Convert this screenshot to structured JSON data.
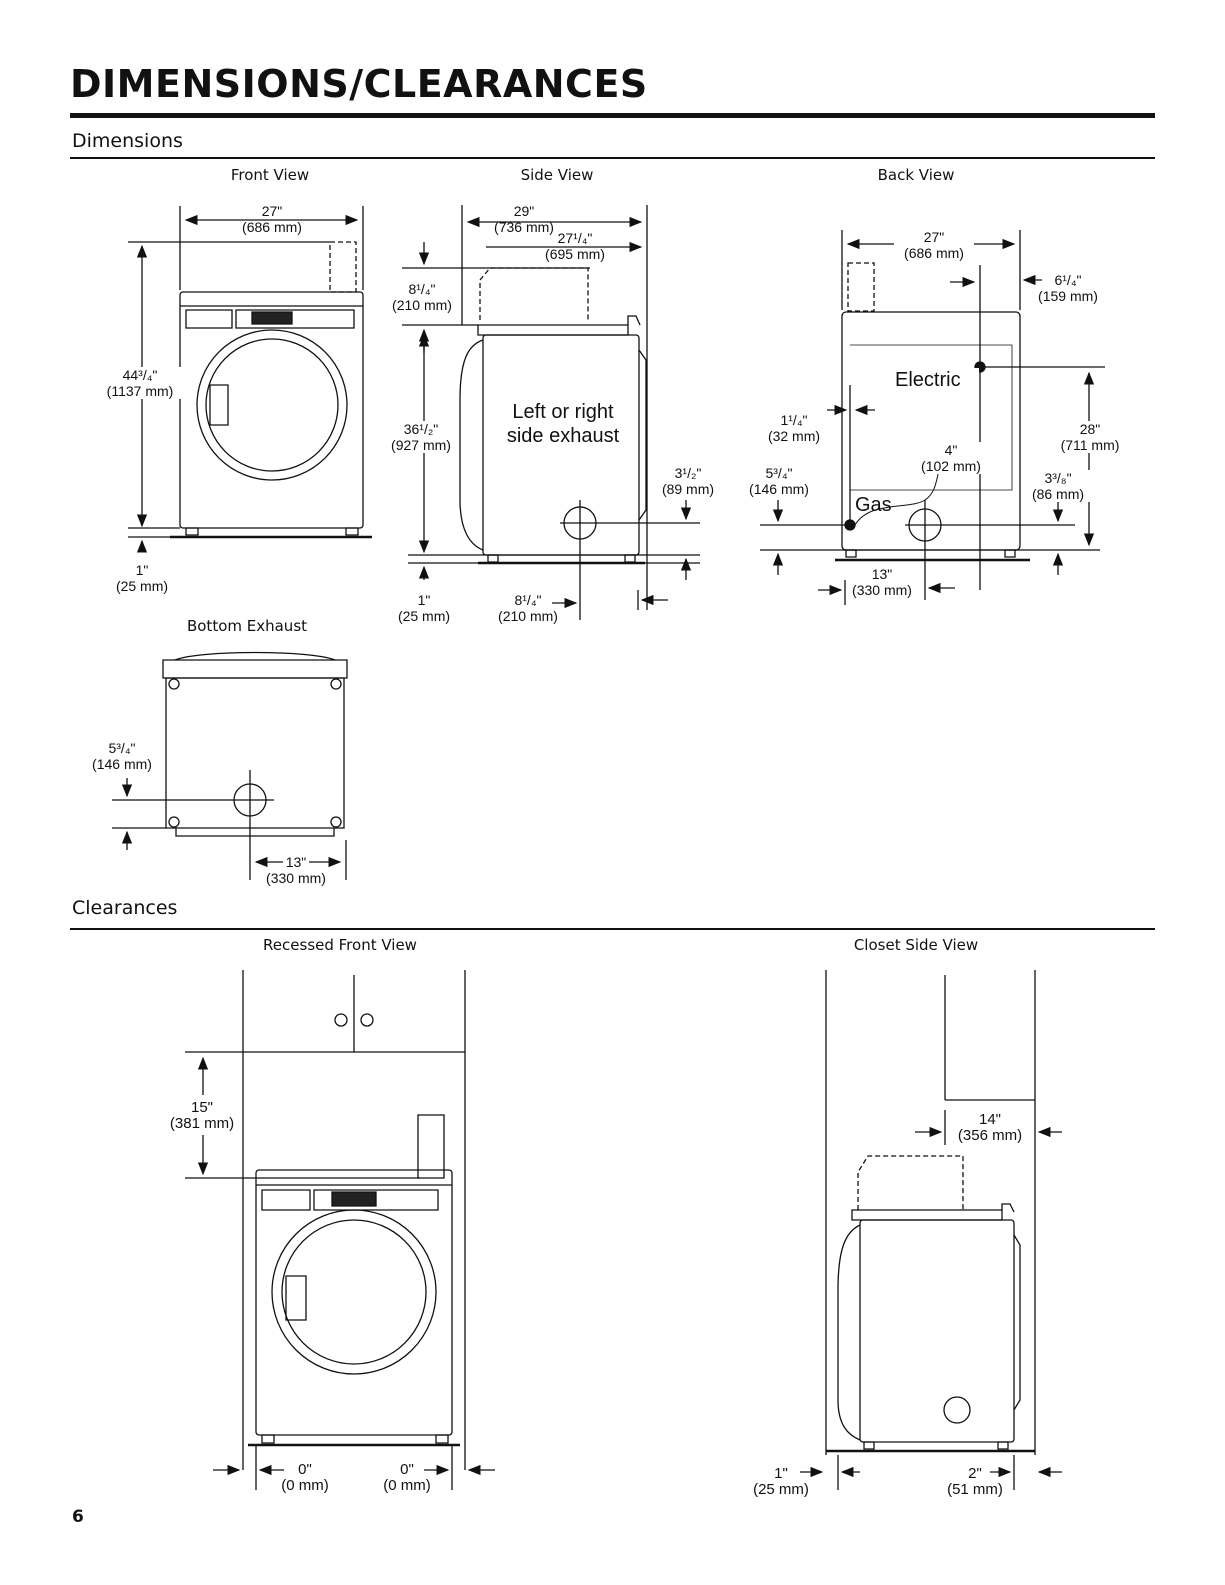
{
  "header": {
    "title": "DIMENSIONS/CLEARANCES"
  },
  "sections": {
    "dimensions": "Dimensions",
    "clearances": "Clearances"
  },
  "views": {
    "front": "Front View",
    "side": "Side View",
    "back": "Back View",
    "bottom": "Bottom Exhaust",
    "recessed": "Recessed Front View",
    "closet": "Closet Side View"
  },
  "front_view": {
    "width_in": "27\"",
    "width_mm": "(686 mm)",
    "height_in": "44³/₄\"",
    "height_mm": "(1137 mm)",
    "foot_in": "1\"",
    "foot_mm": "(25 mm)"
  },
  "side_view": {
    "depth_in": "29\"",
    "depth_mm": "(736 mm)",
    "depth2_in": "27¹/₄\"",
    "depth2_mm": "(695 mm)",
    "vent_in": "8¹/₄\"",
    "vent_mm": "(210 mm)",
    "height_in": "36¹/₂\"",
    "height_mm": "(927 mm)",
    "exhaust_label": "Left or right side exhaust",
    "exhaust_height_in": "3¹/₂\"",
    "exhaust_height_mm": "(89 mm)",
    "foot_in": "1\"",
    "foot_mm": "(25 mm)",
    "exhaust_back_in": "8¹/₄\"",
    "exhaust_back_mm": "(210 mm)"
  },
  "back_view": {
    "width_in": "27\"",
    "width_mm": "(686 mm)",
    "electric_offset_in": "6¹/₄\"",
    "electric_offset_mm": "(159 mm)",
    "electric_label": "Electric",
    "electric_height_in": "28\"",
    "electric_height_mm": "(711 mm)",
    "gas_offset_in": "1¹/₄\"",
    "gas_offset_mm": "(32 mm)",
    "gas_height_in": "5³/₄\"",
    "gas_height_mm": "(146 mm)",
    "gas_label": "Gas",
    "gas_exhaust_in": "4\"",
    "gas_exhaust_mm": "(102 mm)",
    "exhaust_height_in": "3³/₈\"",
    "exhaust_height_mm": "(86 mm)",
    "exhaust_offset_in": "13\"",
    "exhaust_offset_mm": "(330 mm)"
  },
  "bottom_exhaust": {
    "height_in": "5³/₄\"",
    "height_mm": "(146 mm)",
    "offset_in": "13\"",
    "offset_mm": "(330 mm)"
  },
  "recessed_view": {
    "top_in": "15\"",
    "top_mm": "(381 mm)",
    "left_in": "0\"",
    "left_mm": "(0 mm)",
    "right_in": "0\"",
    "right_mm": "(0 mm)"
  },
  "closet_view": {
    "top_in": "14\"",
    "top_mm": "(356 mm)",
    "front_in": "1\"",
    "front_mm": "(25 mm)",
    "back_in": "2\"",
    "back_mm": "(51 mm)"
  },
  "page_number": "6"
}
